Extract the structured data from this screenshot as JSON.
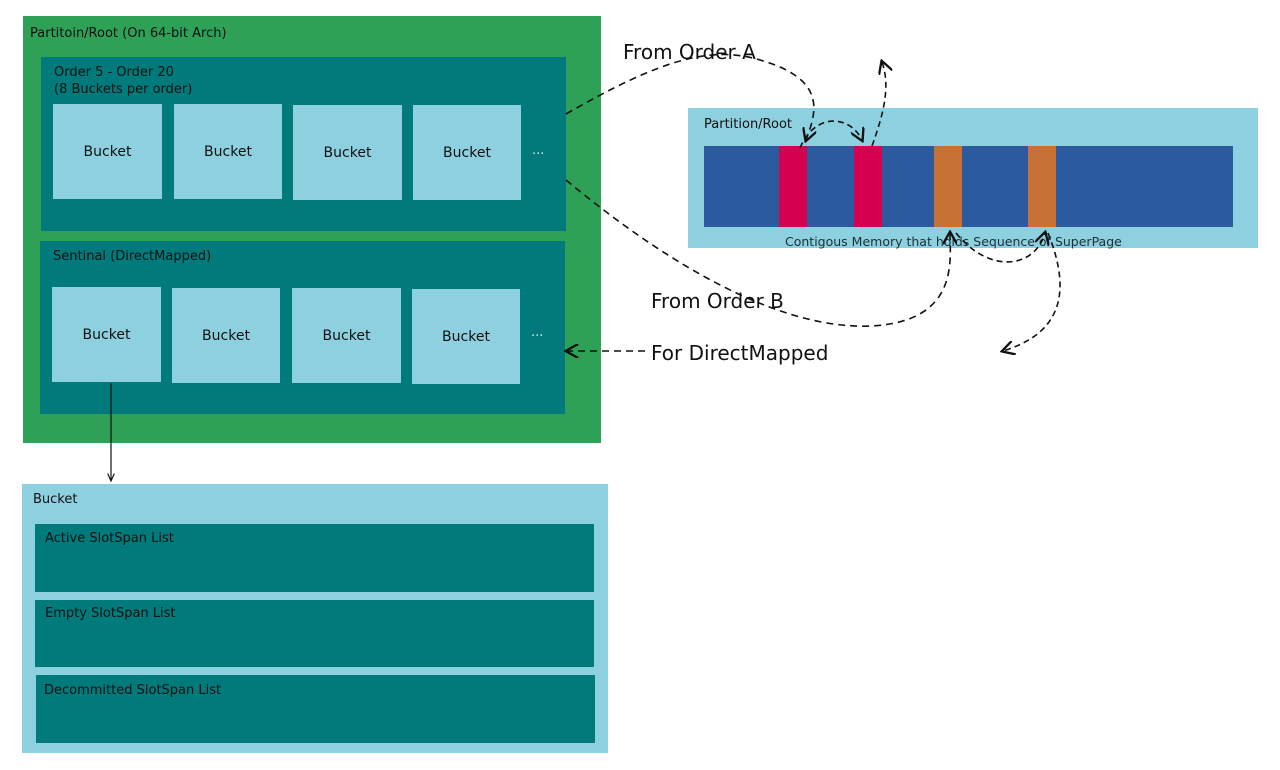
{
  "partition": {
    "title": "Partitoin/Root (On 64-bit Arch)",
    "orders_title_1": "Order 5 - Order 20",
    "orders_title_2": "(8 Buckets per order)",
    "order_buckets": [
      "Bucket",
      "Bucket",
      "Bucket",
      "Bucket"
    ],
    "sentinal_title": "Sentinal (DirectMapped)",
    "sentinal_buckets": [
      "Bucket",
      "Bucket",
      "Bucket",
      "Bucket"
    ],
    "ellipsis": "..."
  },
  "bucket_detail": {
    "title": "Bucket",
    "lists": [
      "Active SlotSpan List",
      "Empty SlotSpan List",
      "Decommitted SlotSpan List"
    ]
  },
  "memory": {
    "title": "Partition/Root",
    "caption": "Contigous Memory that holds Sequence of SuperPage",
    "colors": {
      "background": "#2b5a9f",
      "pink": "#d5004f",
      "orange": "#c87137"
    }
  },
  "annotations": {
    "from_order_a": "From Order A",
    "from_order_b": "From Order B",
    "for_direct_mapped": "For DirectMapped"
  }
}
